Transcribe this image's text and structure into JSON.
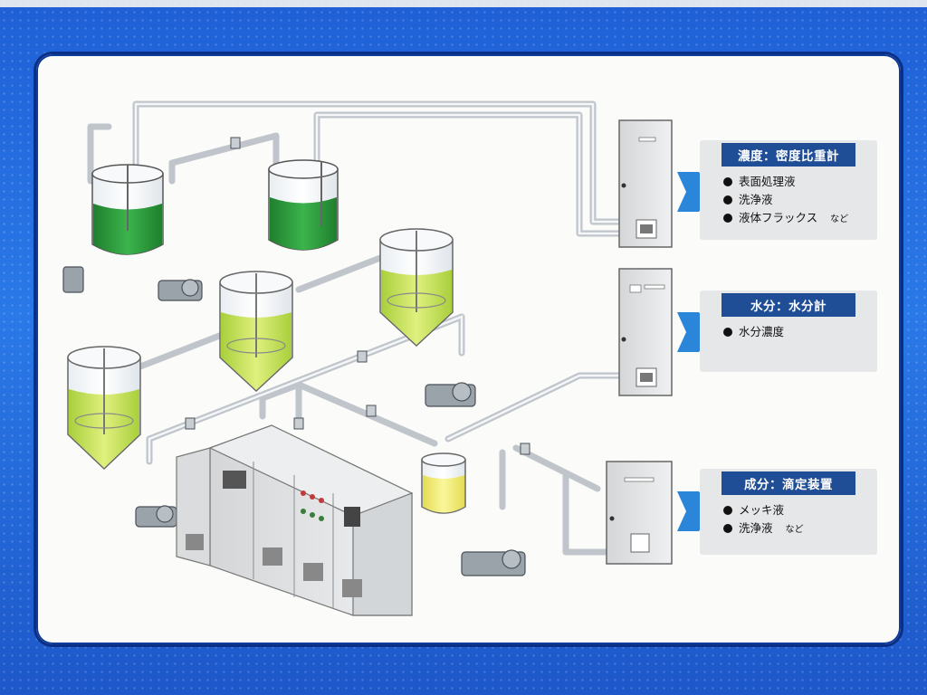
{
  "cards": [
    {
      "title": "濃度：密度比重計",
      "items": [
        {
          "text": "表面処理液",
          "note": ""
        },
        {
          "text": "洗浄液",
          "note": ""
        },
        {
          "text": "液体フラックス",
          "note": "など"
        }
      ]
    },
    {
      "title": "水分：水分計",
      "items": [
        {
          "text": "水分濃度",
          "note": ""
        }
      ]
    },
    {
      "title": "成分：滴定装置",
      "items": [
        {
          "text": "メッキ液",
          "note": ""
        },
        {
          "text": "洗浄液",
          "note": "など"
        }
      ]
    }
  ],
  "colors": {
    "background_blue": "#2a79e8",
    "panel": "#fbfbf9",
    "title_bar": "#1f4e96",
    "card_bg": "#e6e7e9",
    "arrow": "#2b86d9",
    "liquid_dark_green": "#2f9e3f",
    "liquid_yellow_green": "#c6e35a",
    "liquid_yellow": "#f0ec7a"
  },
  "icons": [
    "tank-icon",
    "mixing-tank-icon",
    "pump-icon",
    "valve-icon",
    "control-panel-icon",
    "analyzer-cabinet-icon",
    "arrow-right-icon"
  ]
}
